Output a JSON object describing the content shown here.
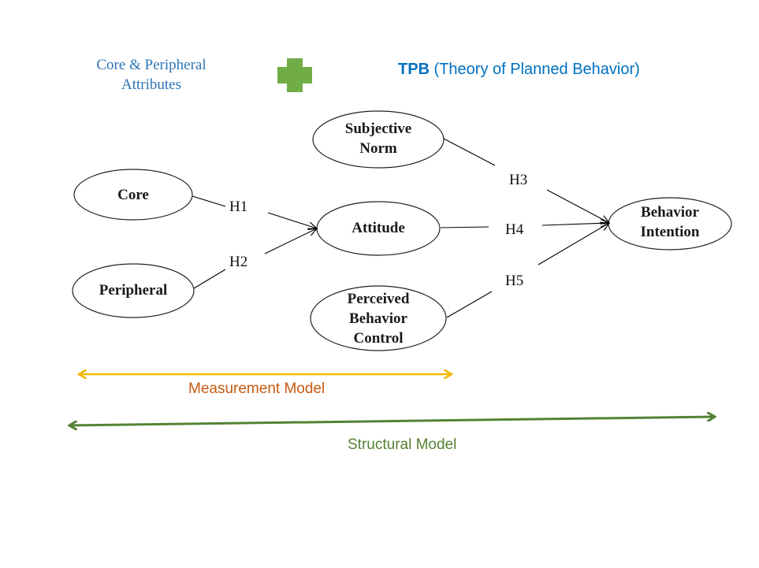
{
  "header": {
    "left_title_line1": "Core & Peripheral",
    "left_title_line2": "Attributes",
    "plus_icon": "plus-icon",
    "right_title_acronym": "TPB",
    "right_title_rest": " (Theory of Planned Behavior)"
  },
  "nodes": {
    "core": "Core",
    "peripheral": "Peripheral",
    "subjective_norm_1": "Subjective",
    "subjective_norm_2": "Norm",
    "attitude": "Attitude",
    "pbc_1": "Perceived",
    "pbc_2": "Behavior",
    "pbc_3": "Control",
    "intention_1": "Behavior",
    "intention_2": "Intention"
  },
  "hypotheses": {
    "h1": "H1",
    "h2": "H2",
    "h3": "H3",
    "h4": "H4",
    "h5": "H5"
  },
  "bands": {
    "measurement": "Measurement Model",
    "structural": "Structural Model"
  },
  "colors": {
    "left_title": "#2e75b6",
    "right_title": "#0070c0",
    "plus": "#70ad47",
    "plus_dark": "#548235",
    "measurement": "#c55a11",
    "measurement_arrow": "#f5b800",
    "structural": "#548235",
    "structural_arrow": "#70ad47"
  }
}
